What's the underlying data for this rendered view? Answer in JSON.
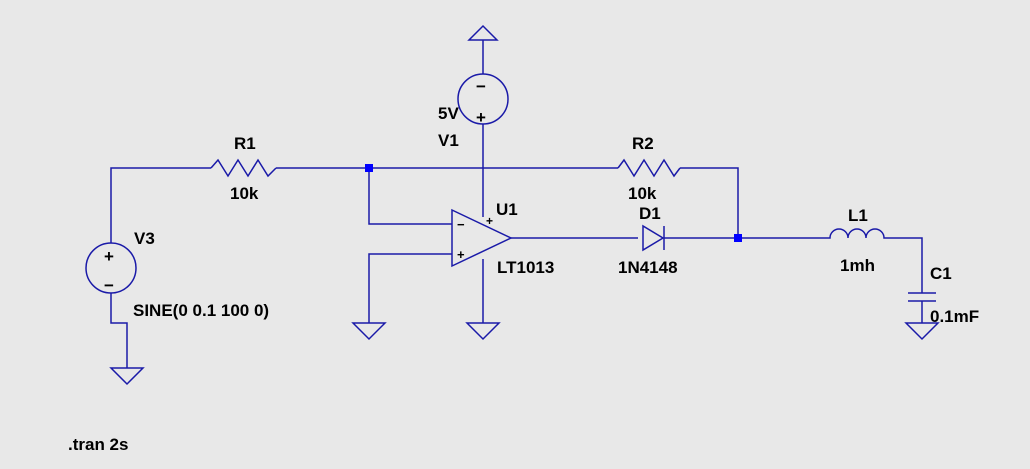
{
  "colors": {
    "background": "#e8e8e8",
    "wire": "#1a1aa8",
    "junction": "#0000ff",
    "text": "#000000"
  },
  "components": {
    "r1": {
      "ref": "R1",
      "value": "10k"
    },
    "r2": {
      "ref": "R2",
      "value": "10k"
    },
    "v1": {
      "ref": "V1",
      "value": "5V"
    },
    "v3": {
      "ref": "V3",
      "value": "SINE(0 0.1 100 0)"
    },
    "u1": {
      "ref": "U1",
      "value": "LT1013"
    },
    "d1": {
      "ref": "D1",
      "value": "1N4148"
    },
    "l1": {
      "ref": "L1",
      "value": "1mh"
    },
    "c1": {
      "ref": "C1",
      "value": "0.1mF"
    }
  },
  "symbols": {
    "plus": "+",
    "minus": "−"
  },
  "directive": ".tran 2s"
}
